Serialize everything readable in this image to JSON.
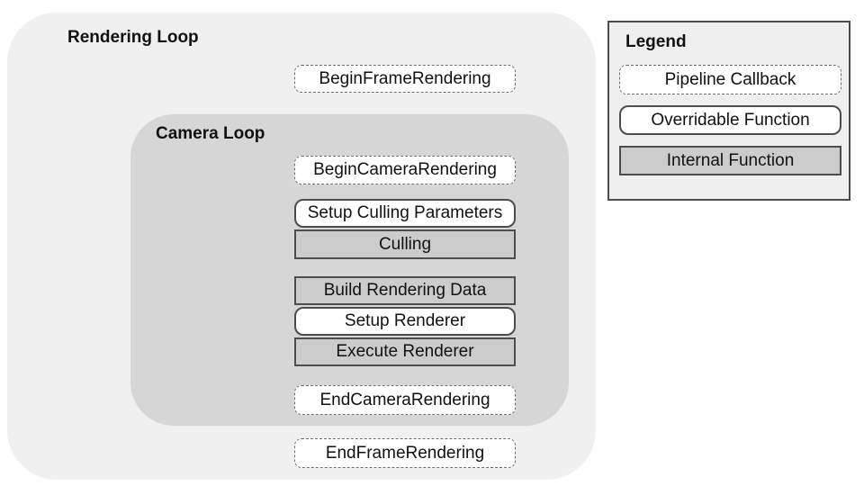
{
  "diagram": {
    "rendering_loop": {
      "title": "Rendering Loop",
      "begin_frame": {
        "label": "BeginFrameRendering",
        "type": "Pipeline Callback"
      },
      "end_frame": {
        "label": "EndFrameRendering",
        "type": "Pipeline Callback"
      },
      "camera_loop": {
        "title": "Camera Loop",
        "nodes": [
          {
            "label": "BeginCameraRendering",
            "type": "Pipeline Callback"
          },
          {
            "label": "Setup Culling Parameters",
            "type": "Overridable Function"
          },
          {
            "label": "Culling",
            "type": "Internal Function"
          },
          {
            "label": "Build Rendering Data",
            "type": "Internal Function"
          },
          {
            "label": "Setup Renderer",
            "type": "Overridable Function"
          },
          {
            "label": "Execute Renderer",
            "type": "Internal Function"
          },
          {
            "label": "EndCameraRendering",
            "type": "Pipeline Callback"
          }
        ]
      }
    },
    "legend": {
      "title": "Legend",
      "items": [
        {
          "label": "Pipeline Callback",
          "style": "pipeline-callback"
        },
        {
          "label": "Overridable Function",
          "style": "overridable-function"
        },
        {
          "label": "Internal Function",
          "style": "internal-function"
        }
      ]
    },
    "colors": {
      "rendering_loop_bg": "#f0f0f0",
      "camera_loop_bg": "#d6d6d6",
      "internal_function_bg": "#cccccc",
      "node_bg": "#ffffff",
      "solid_border": "#4d4d4d",
      "dashed_border": "#6e6e6e",
      "text": "#111111"
    }
  }
}
